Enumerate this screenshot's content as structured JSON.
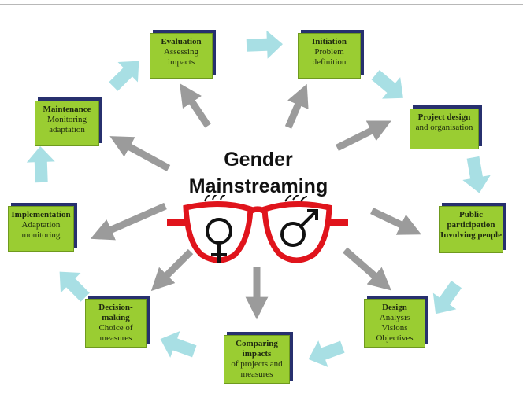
{
  "center": {
    "line1": "Gender",
    "line2": "Mainstreaming"
  },
  "nodes": [
    {
      "id": "evaluation",
      "title": "Evaluation",
      "lines": [
        "Assessing",
        "impacts"
      ]
    },
    {
      "id": "initiation",
      "title": "Initiation",
      "lines": [
        "Problem",
        "definition"
      ]
    },
    {
      "id": "project-design",
      "title": "Project design",
      "lines": [
        "and organisation"
      ]
    },
    {
      "id": "public-participation",
      "title": "Public participation Involving people",
      "lines": []
    },
    {
      "id": "design",
      "title": "Design",
      "lines": [
        "Analysis",
        "Visions",
        "Objectives"
      ]
    },
    {
      "id": "comparing-impacts",
      "title": "Comparing impacts",
      "lines": [
        "of projects and",
        "measures"
      ]
    },
    {
      "id": "decision-making",
      "title": "Decision-making",
      "lines": [
        "Choice of",
        "measures"
      ]
    },
    {
      "id": "implementation",
      "title": "Implementation",
      "lines": [
        "Adaptation",
        "monitoring"
      ]
    },
    {
      "id": "maintenance",
      "title": "Maintenance",
      "lines": [
        "Monitoring",
        "adaptation"
      ]
    }
  ],
  "colors": {
    "box_fill": "#9acd32",
    "box_shadow": "#27306e",
    "grey_arrow": "#9b9b9b",
    "cycle_arrow": "#a8dfe4",
    "glasses_frame": "#e0141c"
  }
}
